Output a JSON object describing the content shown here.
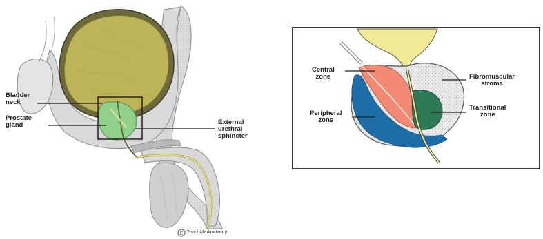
{
  "left_panel": {
    "labels": {
      "bladder_neck": [
        "Bladder",
        "neck"
      ],
      "prostate_gland": [
        "Prostate",
        "gland"
      ],
      "external_urethral_sphincter": [
        "External",
        "urethral",
        "sphincter"
      ]
    },
    "watermark": {
      "brand_plain": "TeachMe",
      "brand_bold": "Anatomy",
      "symbol": "©"
    }
  },
  "right_panel": {
    "labels": {
      "central_zone": [
        "Central",
        "zone"
      ],
      "peripheral_zone": [
        "Peripheral",
        "zone"
      ],
      "fibromuscular_stroma": [
        "Fibromuscular",
        "stroma"
      ],
      "transitional_zone": [
        "Transitional",
        "zone"
      ]
    }
  },
  "colors": {
    "bladder": "#bdb358",
    "prostate": "#8fd08a",
    "central_zone": "#f28a74",
    "peripheral_zone": "#1e6fa8",
    "transitional_zone": "#2f7a56",
    "stroma": "#e6e6e6",
    "urethra": "#f0ea96"
  }
}
